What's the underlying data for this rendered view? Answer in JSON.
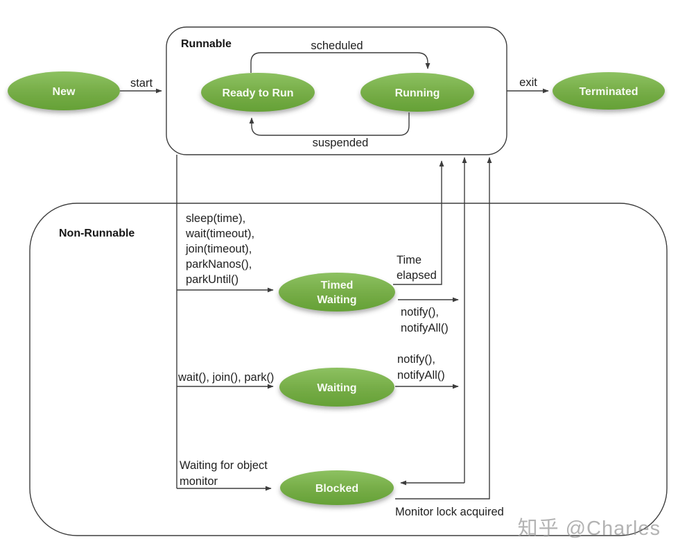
{
  "diagram": {
    "containers": {
      "runnable": "Runnable",
      "non_runnable": "Non-Runnable"
    },
    "states": {
      "new": "New",
      "ready_to_run": "Ready to Run",
      "running": "Running",
      "terminated": "Terminated",
      "timed_waiting": [
        "Timed",
        "Waiting"
      ],
      "waiting": "Waiting",
      "blocked": "Blocked"
    },
    "transitions": {
      "start": "start",
      "exit": "exit",
      "scheduled": "scheduled",
      "suspended": "suspended",
      "to_timed_waiting": [
        "sleep(time),",
        "wait(timeout),",
        "join(timeout),",
        "parkNanos(),",
        "parkUntil()"
      ],
      "time_elapsed": [
        "Time",
        "elapsed"
      ],
      "timed_waiting_notify": [
        "notify(),",
        "notifyAll()"
      ],
      "to_waiting": "wait(), join(), park()",
      "waiting_notify": [
        "notify(),",
        "notifyAll()"
      ],
      "to_blocked": [
        "Waiting for object",
        "monitor"
      ],
      "monitor_lock_acquired": "Monitor lock acquired"
    },
    "watermark": "知乎 @Charles",
    "colors": {
      "state_green_top": "#8dc161",
      "state_green_mid": "#75ac46",
      "state_green_bottom": "#65a136",
      "connector": "#3d3d3d",
      "label_text": "#212121",
      "state_text": "#f7fbf2",
      "watermark": "#969696",
      "background": "#ffffff"
    }
  }
}
